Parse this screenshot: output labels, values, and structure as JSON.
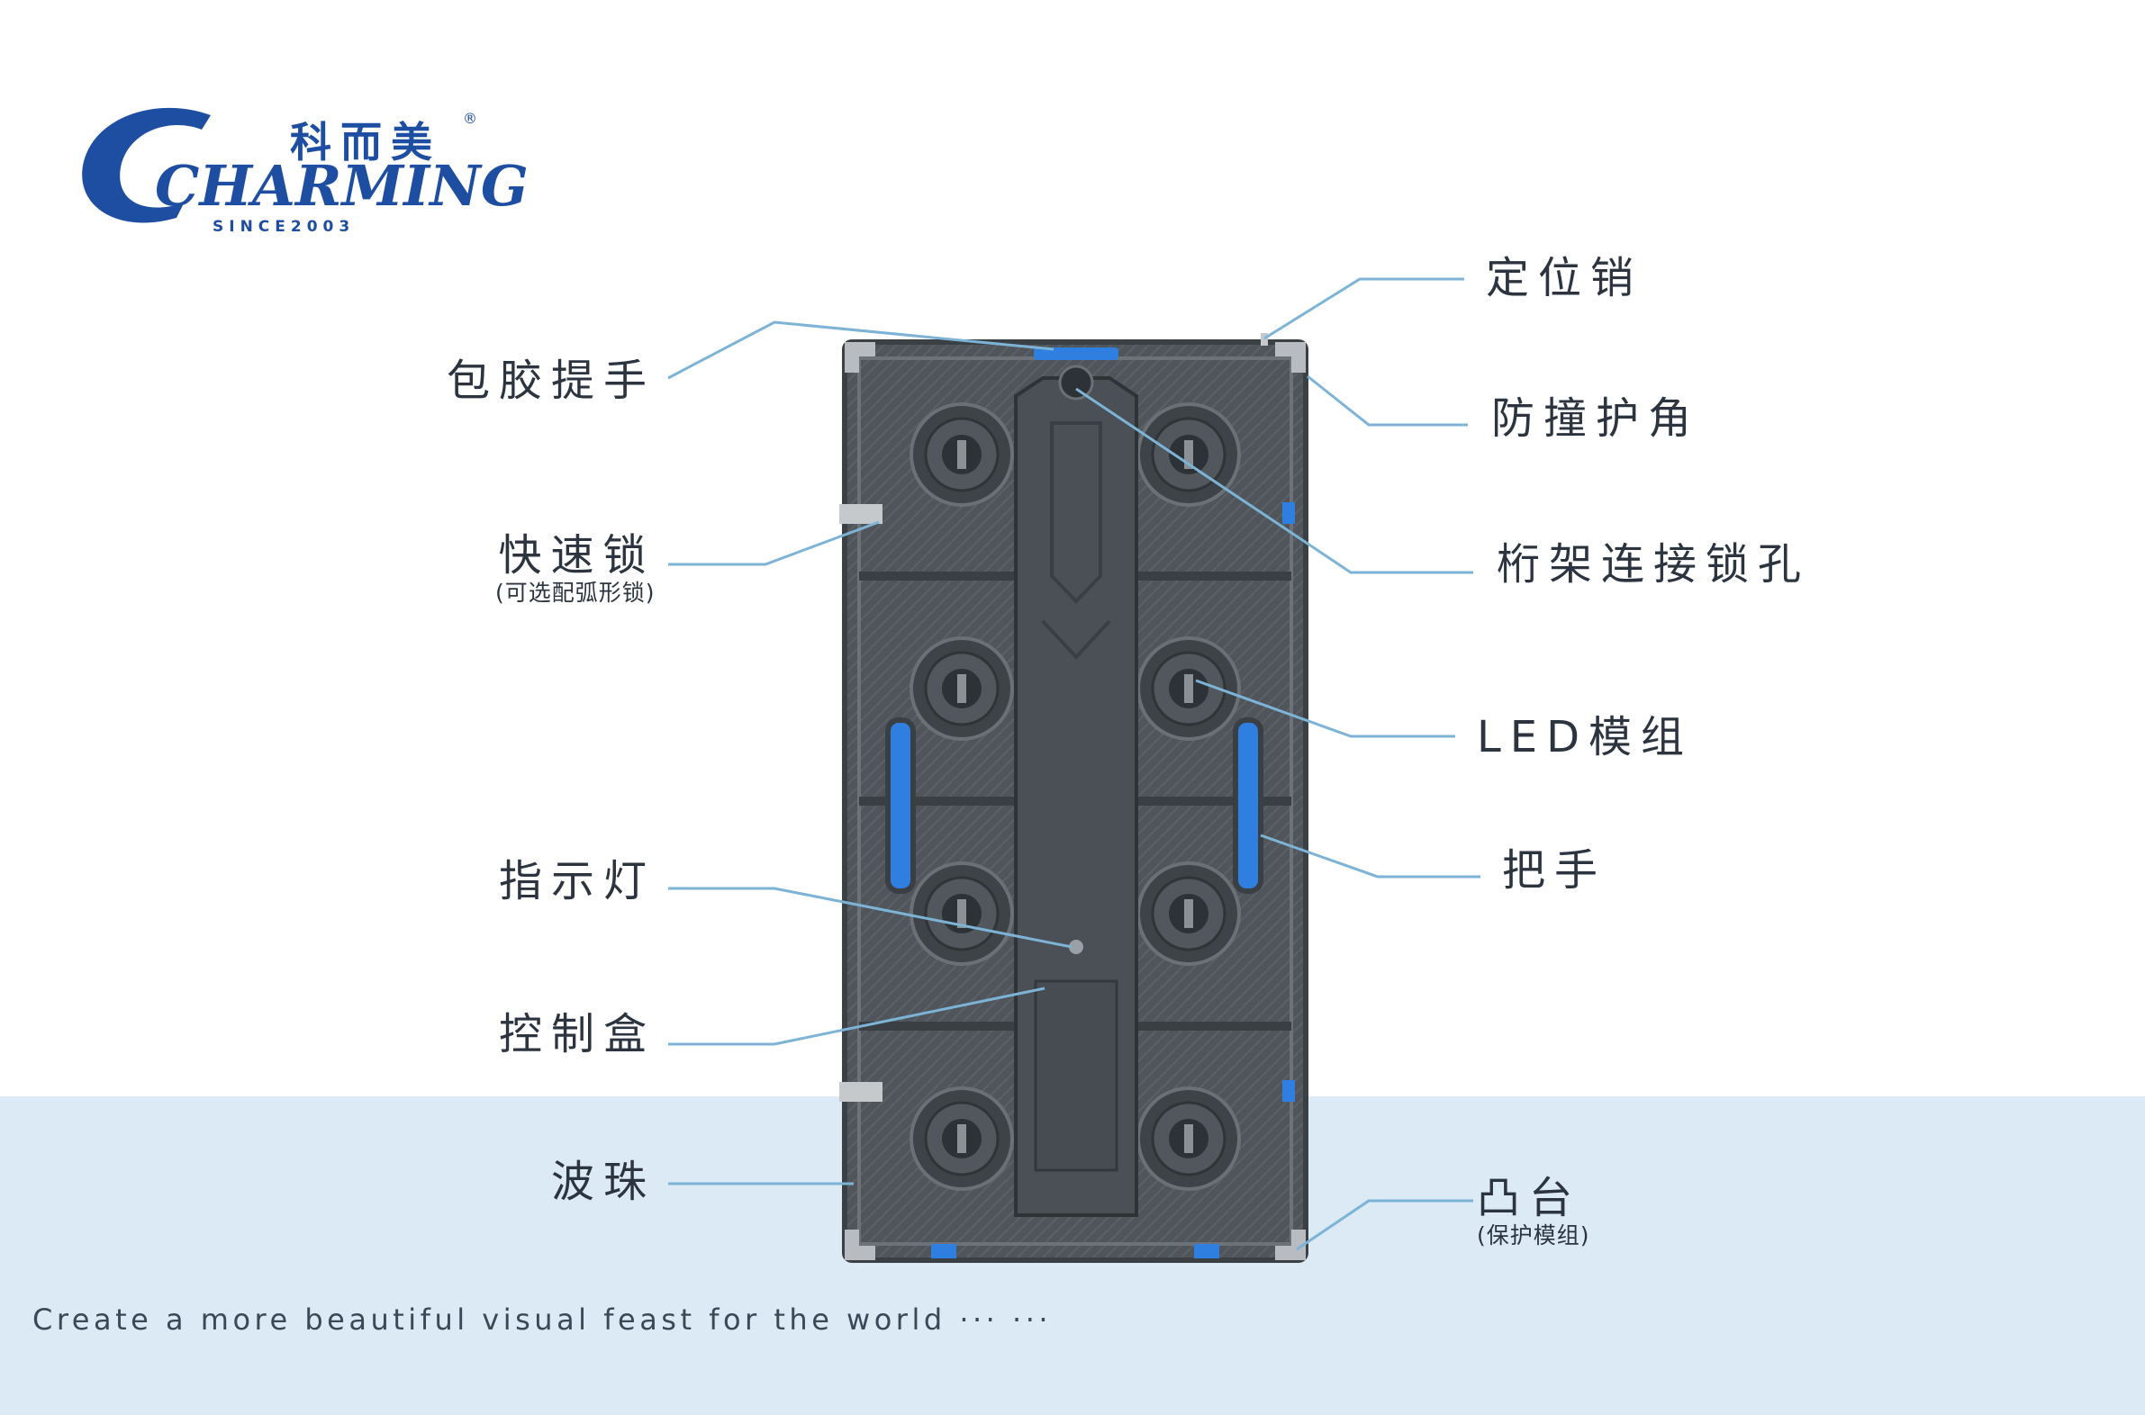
{
  "logo": {
    "chinese": "科而美",
    "registered": "®",
    "english": "CHARMING",
    "since": "SINCE2003"
  },
  "labels": {
    "rubber_handle": "包胶提手",
    "quick_lock": "快速锁",
    "quick_lock_note": "(可选配弧形锁)",
    "indicator_light": "指示灯",
    "control_box": "控制盒",
    "wave_bead": "波珠",
    "locating_pin": "定位销",
    "corner_guard": "防撞护角",
    "truss_hole": "桁架连接锁孔",
    "led_module": "LED模组",
    "handle": "把手",
    "boss": "凸台",
    "boss_note": "(保护模组)"
  },
  "tagline": "Create a more beautiful visual feast for the world ··· ···",
  "colors": {
    "brand_blue": "#1d4ea1",
    "leader_line": "#7cb3d6",
    "background_band": "#dbeaf4",
    "cabinet": "#4d5358",
    "handle_blue": "#2f7fe0"
  }
}
